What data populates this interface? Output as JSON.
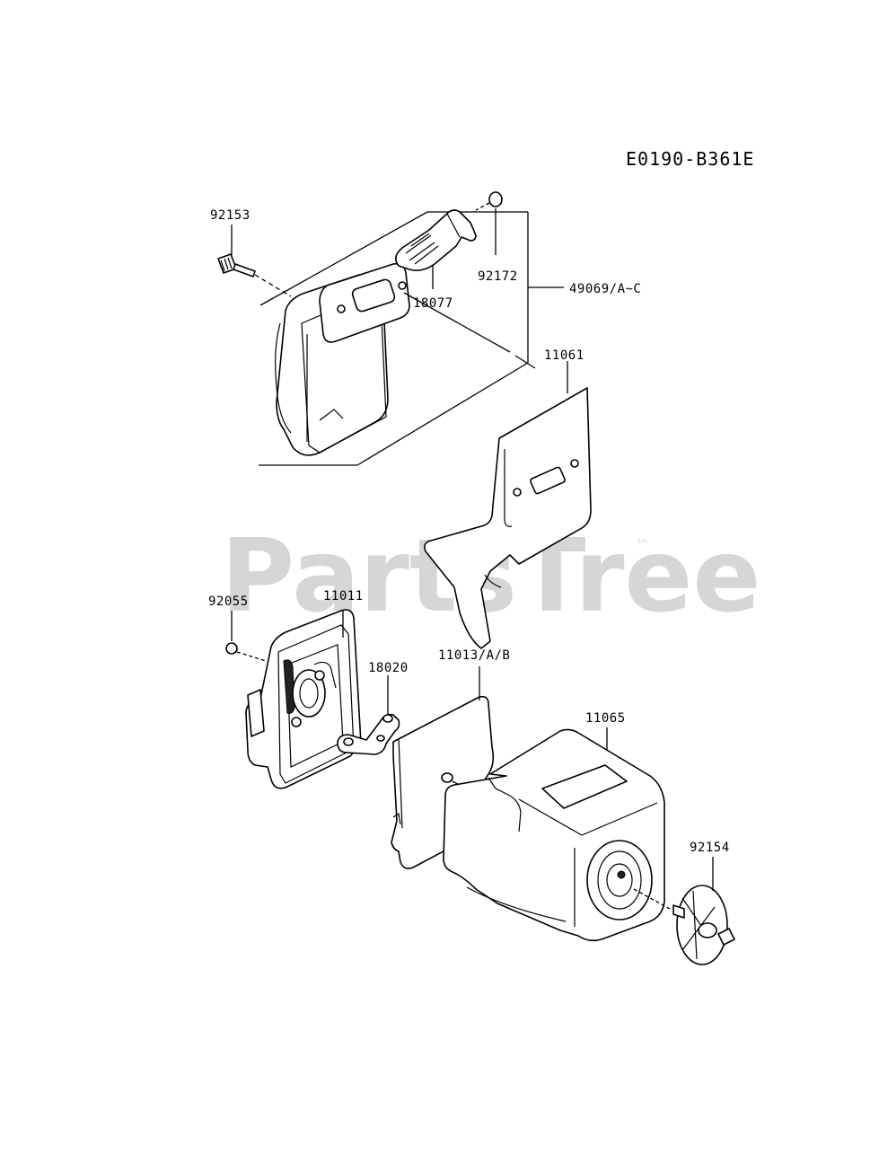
{
  "diagram_code": "E0190-B361E",
  "watermark": {
    "text": "PartsTree",
    "trademark": "™"
  },
  "callouts": {
    "p92153": "92153",
    "p92172": "92172",
    "p18077": "18077",
    "p49069": "49069/A~C",
    "p11061": "11061",
    "p11011": "11011",
    "p92055": "92055",
    "p18020": "18020",
    "p11013": "11013/A/B",
    "p11065": "11065",
    "p92154": "92154"
  },
  "colors": {
    "line": "#000000",
    "watermark": "#d6d6d6",
    "background": "#ffffff"
  }
}
